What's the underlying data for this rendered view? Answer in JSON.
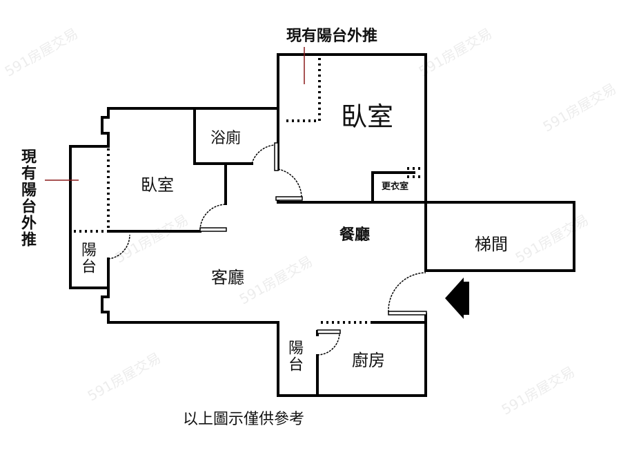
{
  "rooms": {
    "bedroom_top": "臥室",
    "bedroom_left": "臥室",
    "bathroom": "浴廁",
    "closet": "更衣室",
    "dining": "餐廳",
    "living": "客廳",
    "stairwell": "梯間",
    "kitchen": "廚房",
    "balcony_left": "陽台",
    "balcony_bottom": "陽台"
  },
  "annotations": {
    "top_note": "現有陽台外推",
    "left_note": "現有陽台外推",
    "footer": "以上圖示僅供參考"
  },
  "watermark": "591房屋交易",
  "colors": {
    "wall": "#000000",
    "leader": "#8b1a1a"
  }
}
